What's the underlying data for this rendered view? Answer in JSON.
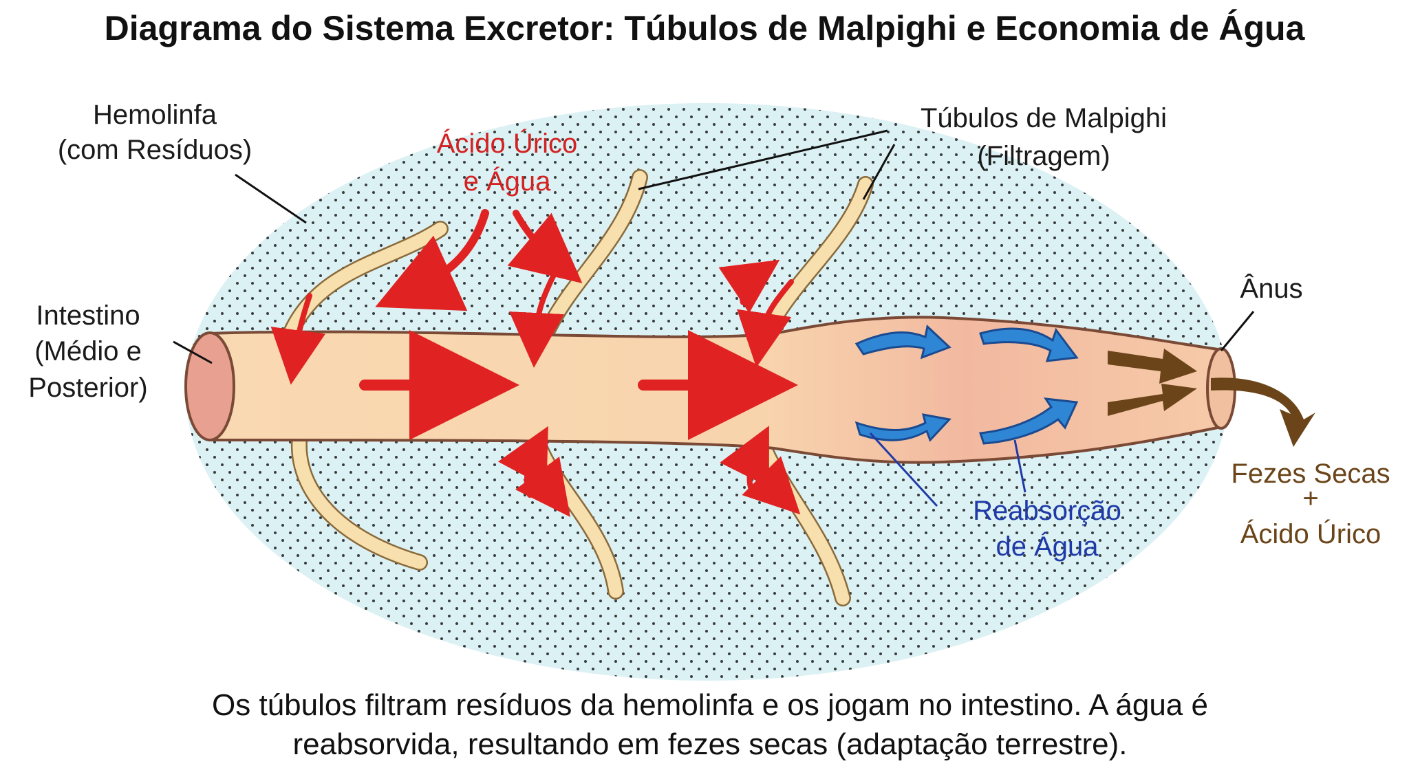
{
  "title": "Diagrama do Sistema Excretor: Túbulos de Malpighi e Economia de Água",
  "labels": {
    "hemolymph": [
      "Hemolinfa",
      "(com Resíduos)"
    ],
    "uric_water": [
      "Ácido Úrico",
      "e Água"
    ],
    "malpighian": [
      "Túbulos de Malpighi",
      "(Filtragem)"
    ],
    "intestine": [
      "Intestino",
      "(Médio e",
      "Posterior)"
    ],
    "anus": "Ânus",
    "reabsorption": [
      "Reabsorção",
      "de Água"
    ],
    "feces": [
      "Fezes Secas",
      "+",
      "Ácido Úrico"
    ]
  },
  "caption": [
    "Os túbulos filtram resíduos da hemolinfa e os jogam no intestino. A água é",
    "reabsorvida, resultando em fezes secas (adaptação terrestre)."
  ],
  "colors": {
    "hemolymph": "#dcf1f4",
    "gut": "#f9d9b2",
    "gut_hindgut": "#f0b49c",
    "gut_outline": "#7a4a36",
    "tubule": "#f8dfae",
    "waste_arrow": "#e02222",
    "water_arrow": "#2f86d4",
    "feces_arrow": "#6b4519"
  }
}
